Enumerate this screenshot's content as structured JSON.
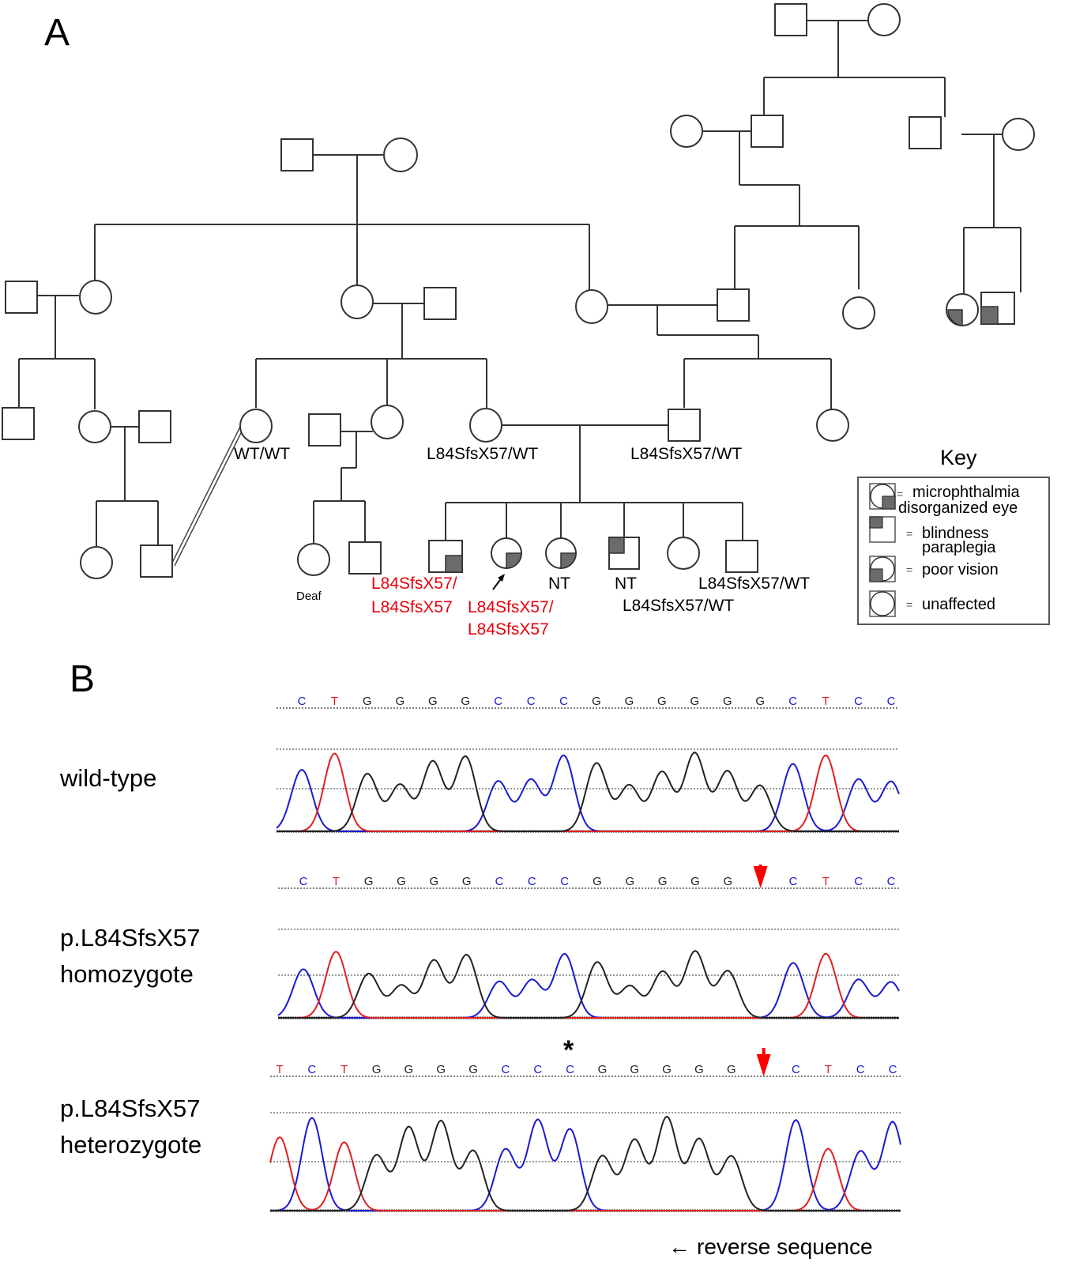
{
  "panels": {
    "a_label": "A",
    "b_label": "B"
  },
  "pedigree": {
    "genotype_labels": [
      {
        "id": "wt-wt",
        "text": "WT/WT",
        "color": "#000000"
      },
      {
        "id": "mother",
        "text": "L84SfsX57/WT",
        "color": "#000000"
      },
      {
        "id": "father",
        "text": "L84SfsX57/WT",
        "color": "#000000"
      },
      {
        "id": "deaf",
        "text": "Deaf",
        "color": "#000000"
      },
      {
        "id": "child1-line1",
        "text": "L84SfsX57/",
        "color": "#e8000b"
      },
      {
        "id": "child1-line2",
        "text": "L84SfsX57",
        "color": "#e8000b"
      },
      {
        "id": "proband-line1",
        "text": "L84SfsX57/",
        "color": "#e8000b"
      },
      {
        "id": "proband-line2",
        "text": "L84SfsX57",
        "color": "#e8000b"
      },
      {
        "id": "child3",
        "text": "NT",
        "color": "#000000"
      },
      {
        "id": "child4",
        "text": "NT",
        "color": "#000000"
      },
      {
        "id": "child5",
        "text": "L84SfsX57/WT",
        "color": "#000000"
      },
      {
        "id": "child6",
        "text": "L84SfsX57/WT",
        "color": "#000000"
      }
    ],
    "affected_fill": "#6b6b6b"
  },
  "key": {
    "title": "Key",
    "items": [
      {
        "symbol": "circle-lower-right",
        "eq": "=",
        "text_line1": "microphthalmia",
        "text_line2": "disorganized eye"
      },
      {
        "symbol": "square-upper-left",
        "eq": "=",
        "text_line1": "blindness",
        "text_line2": "paraplegia"
      },
      {
        "symbol": "circle-lower-left",
        "eq": "=",
        "text_line1": "poor vision",
        "text_line2": ""
      },
      {
        "symbol": "circle-empty",
        "eq": "=",
        "text_line1": "unaffected",
        "text_line2": ""
      }
    ]
  },
  "sequencing": {
    "colors": {
      "C": "#1a1ad0",
      "T": "#e02020",
      "G": "#222222",
      "A": "#1a9a1a",
      "arrow": "#ff0000"
    },
    "traces": [
      {
        "label_line1": "wild-type",
        "label_line2": "",
        "bases": "CTGGGGCCCGGGGGGCTCC",
        "deletion_arrow": false,
        "star": false
      },
      {
        "label_line1": "p.L84SfsX57",
        "label_line2": "homozygote",
        "bases": "CTGGGGCCCGGGGG-CTCC",
        "deletion_arrow": true,
        "star": false
      },
      {
        "label_line1": "p.L84SfsX57",
        "label_line2": "heterozygote",
        "bases": "TCTGGGGCCCGGGGG-CTCC",
        "deletion_arrow": true,
        "star": true,
        "star_symbol": "*"
      }
    ],
    "reverse_label": "reverse sequence",
    "reverse_arrow": "←"
  }
}
